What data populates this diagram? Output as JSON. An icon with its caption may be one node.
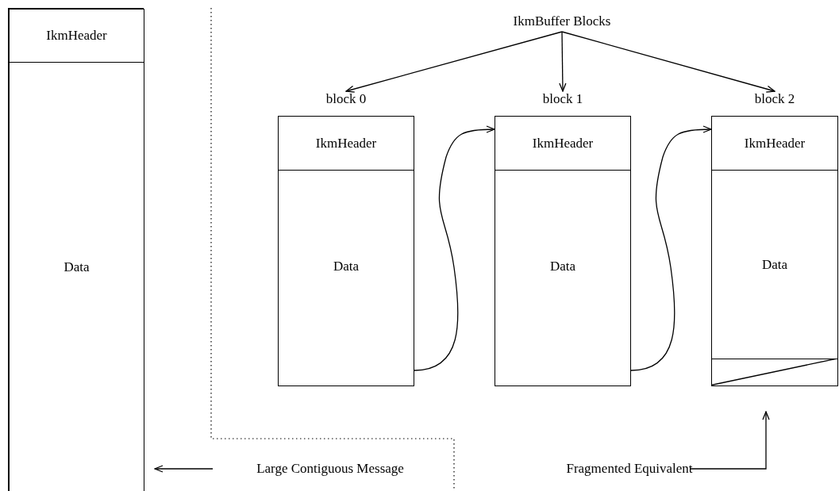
{
  "diagram": {
    "nodes": [
      {
        "text": [],
        "shape": "box"
      },
      {
        "text": [
          "IkmHeader"
        ],
        "in": 0
      },
      {
        "text": [
          "Data"
        ],
        "in": 0
      },
      {
        "text": [
          "IkmBuffer Blocks"
        ]
      },
      {
        "text": [
          "block 0"
        ]
      },
      {
        "text": [
          "IkmHeader"
        ],
        "in": 4
      },
      {
        "text": [
          "Data"
        ],
        "in": 4
      },
      {
        "text": [
          "block 1"
        ]
      },
      {
        "text": [
          "IkmHeader"
        ],
        "in": 7
      },
      {
        "text": [
          "Data"
        ],
        "in": 7
      },
      {
        "text": [
          "block 2"
        ]
      },
      {
        "text": [
          "IkmHeader"
        ],
        "in": 10
      },
      {
        "text": [
          "Data"
        ],
        "in": 10
      },
      {
        "text": [],
        "shape": "box",
        "in": 10
      },
      {
        "text": [
          "Large Contiguous Message"
        ]
      },
      {
        "text": [
          "Fragmented Equivalent"
        ]
      }
    ],
    "edges": [
      {
        "from": 3,
        "to": 4,
        "arrow": "to"
      },
      {
        "from": 3,
        "to": 7,
        "arrow": "to"
      },
      {
        "from": 3,
        "to": 10,
        "arrow": "to"
      },
      {
        "from": 6,
        "to": 8,
        "arrow": "to"
      },
      {
        "from": 9,
        "to": 11,
        "arrow": "to"
      },
      {
        "from": 14,
        "to": 0,
        "arrow": "to"
      },
      {
        "from": 15,
        "to": 13,
        "arrow": "to"
      }
    ]
  }
}
